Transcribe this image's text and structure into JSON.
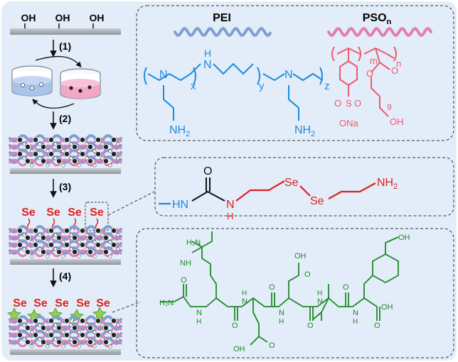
{
  "colors": {
    "background": "#e3edf9",
    "pei_blue": "#1b8ae0",
    "pso_pink": "#ee5a6e",
    "linker_red": "#e0201b",
    "peptide_green": "#1e8a26",
    "substrate_gray": "#9ea3aa",
    "star_green": "#8fd14f"
  },
  "steps": {
    "s1": "(1)",
    "s2": "(2)",
    "s3": "(3)",
    "s4": "(4)"
  },
  "surface": {
    "hydroxyl": "OH",
    "selenium": "Se"
  },
  "pei": {
    "title": "PEI",
    "sub_x": "x",
    "sub_y": "y",
    "sub_z": "z",
    "atom_n": "N",
    "atom_nh": "H",
    "amine": "NH",
    "amine_sub": "2"
  },
  "pso": {
    "title": "PSO",
    "title_sub": "n",
    "sub_m": "m",
    "sub_n": "n",
    "sulfur": "S",
    "oxygen": "O",
    "sulfonate_salt": "ONa",
    "repeat": "9",
    "hydroxyl_end": "OH"
  },
  "linker": {
    "oxygen": "O",
    "hn": "HN",
    "n": "N",
    "h": "H",
    "se": "Se",
    "amine": "NH",
    "amine_sub": "2"
  },
  "peptide": {
    "h2n": "H₂N",
    "nh": "NH",
    "n_term": "H₂N",
    "o": "O",
    "n": "N",
    "h": "H",
    "oh": "OH"
  }
}
